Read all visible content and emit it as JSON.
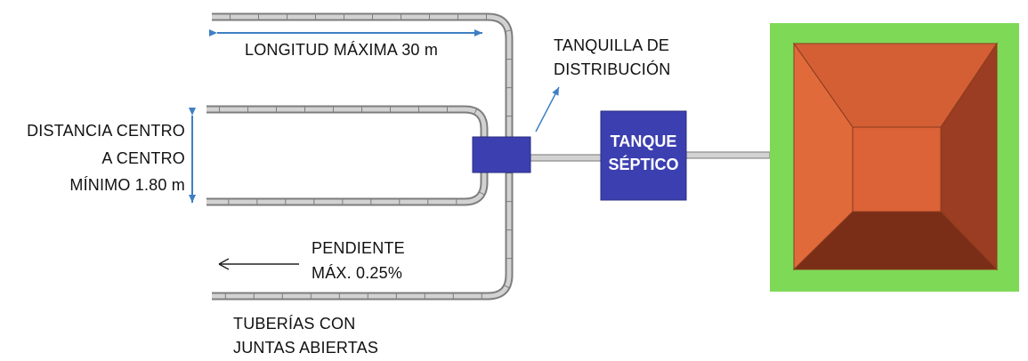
{
  "labels": {
    "max_length": "LONGITUD MÁXIMA 30 m",
    "distribution_box_line1": "TANQUILLA DE",
    "distribution_box_line2": "DISTRIBUCIÓN",
    "spacing_line1": "DISTANCIA CENTRO",
    "spacing_line2": "A CENTRO",
    "spacing_line3": "MÍNIMO 1.80 m",
    "slope_line1": "PENDIENTE",
    "slope_line2": "MÁX. 0.25%",
    "pipes_line1": "TUBERÍAS CON",
    "pipes_line2": "JUNTAS ABIERTAS",
    "tank_line1": "TANQUE",
    "tank_line2": "SÉPTICO"
  },
  "colors": {
    "dimension_arrow": "#3f7fc4",
    "box_fill": "#3c3fb0",
    "field_border": "#7ed957",
    "pipe": "#bfbfbf"
  }
}
